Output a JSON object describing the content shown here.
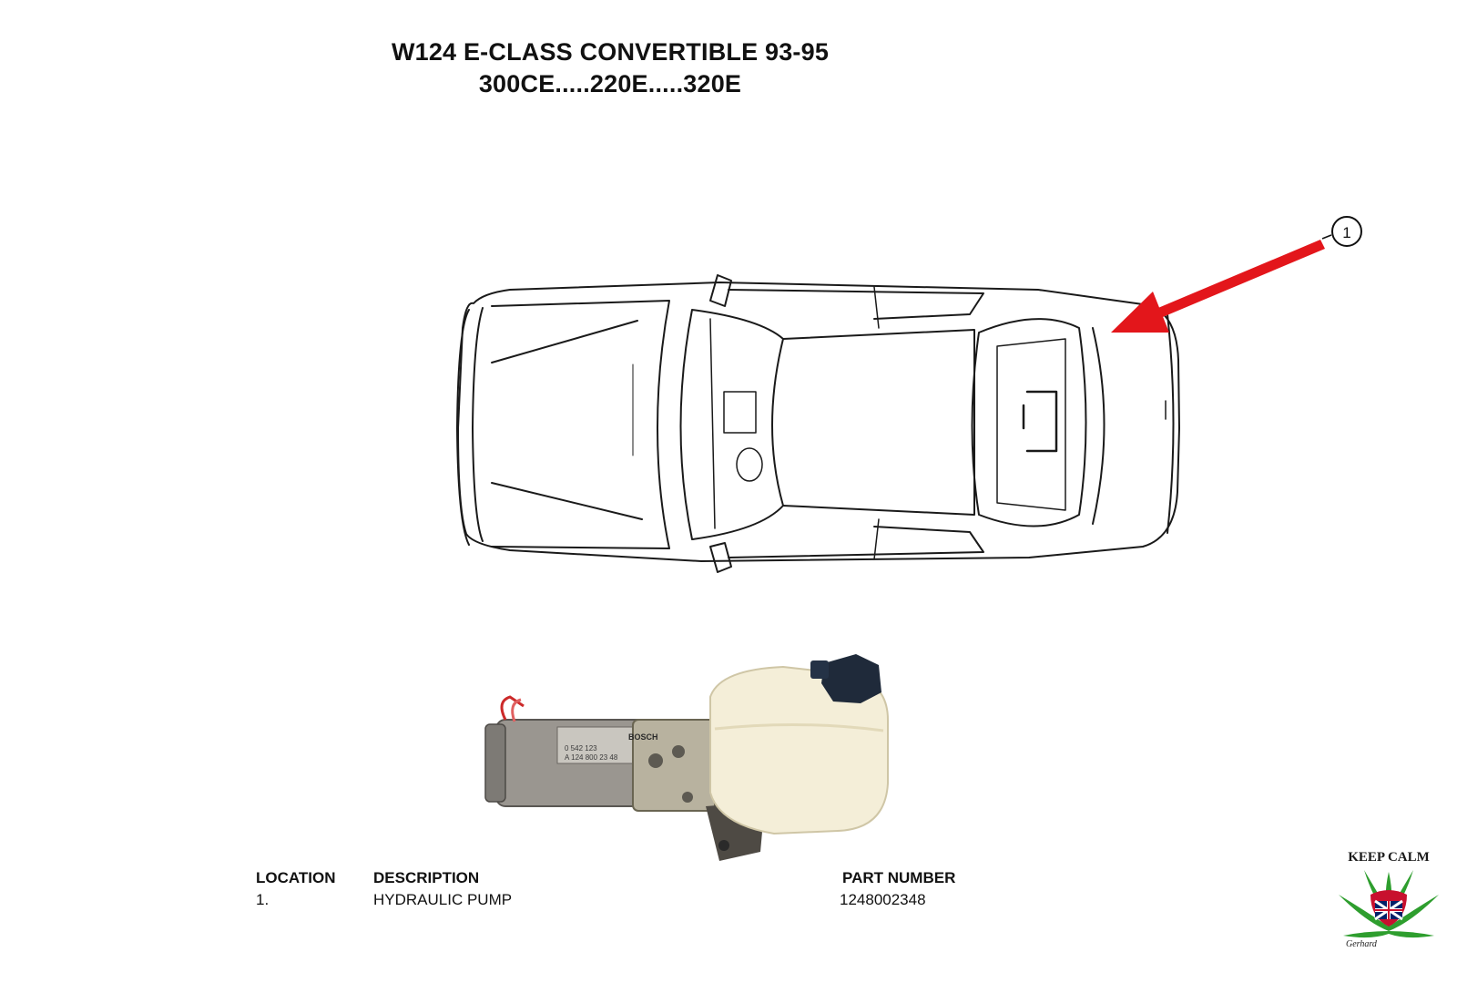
{
  "title": {
    "line1": "W124 E-CLASS CONVERTIBLE 93-95",
    "line2": "300CE.....220E.....320E"
  },
  "callout": {
    "number": "1"
  },
  "table": {
    "headers": {
      "location": "LOCATION",
      "description": "DESCRIPTION",
      "part_number": "PART NUMBER"
    },
    "rows": [
      {
        "location": "1.",
        "description": "HYDRAULIC PUMP",
        "part_number": "1248002348"
      }
    ]
  },
  "pump_label": {
    "brand": "BOSCH",
    "code1": "0 542 123",
    "code2": "A 124 800 23 48"
  },
  "logo": {
    "top_text": "KEEP CALM",
    "signature": "Gerhard"
  },
  "colors": {
    "arrow": "#e3161b",
    "line": "#1a1a1a"
  }
}
